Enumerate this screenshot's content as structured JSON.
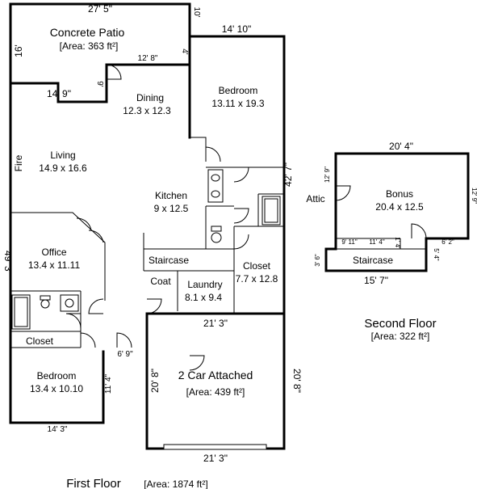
{
  "first_floor": {
    "title": "First Floor",
    "area": "[Area: 1874 ft²]",
    "rooms": {
      "patio_name": "Concrete Patio",
      "patio_area": "[Area: 363 ft²]",
      "dining_name": "Dining",
      "dining_size": "12.3 x 12.3",
      "bedroom1_name": "Bedroom",
      "bedroom1_size": "13.11 x 19.3",
      "living_name": "Living",
      "living_size": "14.9 x 16.6",
      "fire_label": "Fire",
      "kitchen_name": "Kitchen",
      "kitchen_size": "9 x 12.5",
      "office_name": "Office",
      "office_size": "13.4 x 11.11",
      "staircase_label": "Staircase",
      "closet_name": "Closet",
      "closet_size": "7.7 x 12.8",
      "coat_label": "Coat",
      "laundry_name": "Laundry",
      "laundry_size": "8.1 x 9.4",
      "closet2_label": "Closet",
      "bedroom2_name": "Bedroom",
      "bedroom2_size": "13.4 x 10.10",
      "garage_name": "2 Car Attached",
      "garage_area": "[Area: 439 ft²]"
    },
    "dims": {
      "top_width": "27' 5\"",
      "top_ten": "10'",
      "patio_height": "16'",
      "patio_12_8": "12' 8\"",
      "patio_4": "4'",
      "patio_14_9": "14' 9\"",
      "dining_9": "9'",
      "bed_top": "14' 10\"",
      "right_height": "42' 7\"",
      "left_height": "49' 3\"",
      "garage_top": "21' 3\"",
      "garage_bottom": "21' 3\"",
      "garage_left": "20' 8\"",
      "garage_right": "20' 8\"",
      "dim_6_9": "6' 9\"",
      "dim_11_4": "11' 4\"",
      "dim_14_3": "14' 3\""
    }
  },
  "second_floor": {
    "title": "Second Floor",
    "area": "[Area: 322 ft²]",
    "attic_label": "Attic",
    "bonus_name": "Bonus",
    "bonus_size": "20.4 x 12.5",
    "staircase_label": "Staircase",
    "dims": {
      "top": "20' 4\"",
      "left": "12' 9\"",
      "right": "12' 9\"",
      "d_9_11": "9' 11\"",
      "d_11_4": "11' 4\"",
      "d_1_4": "1' 4\"",
      "d_6_2": "6' 2\"",
      "d_5_4": "5' 4\"",
      "d_3_6": "3' 6\"",
      "bottom": "15' 7\""
    }
  }
}
